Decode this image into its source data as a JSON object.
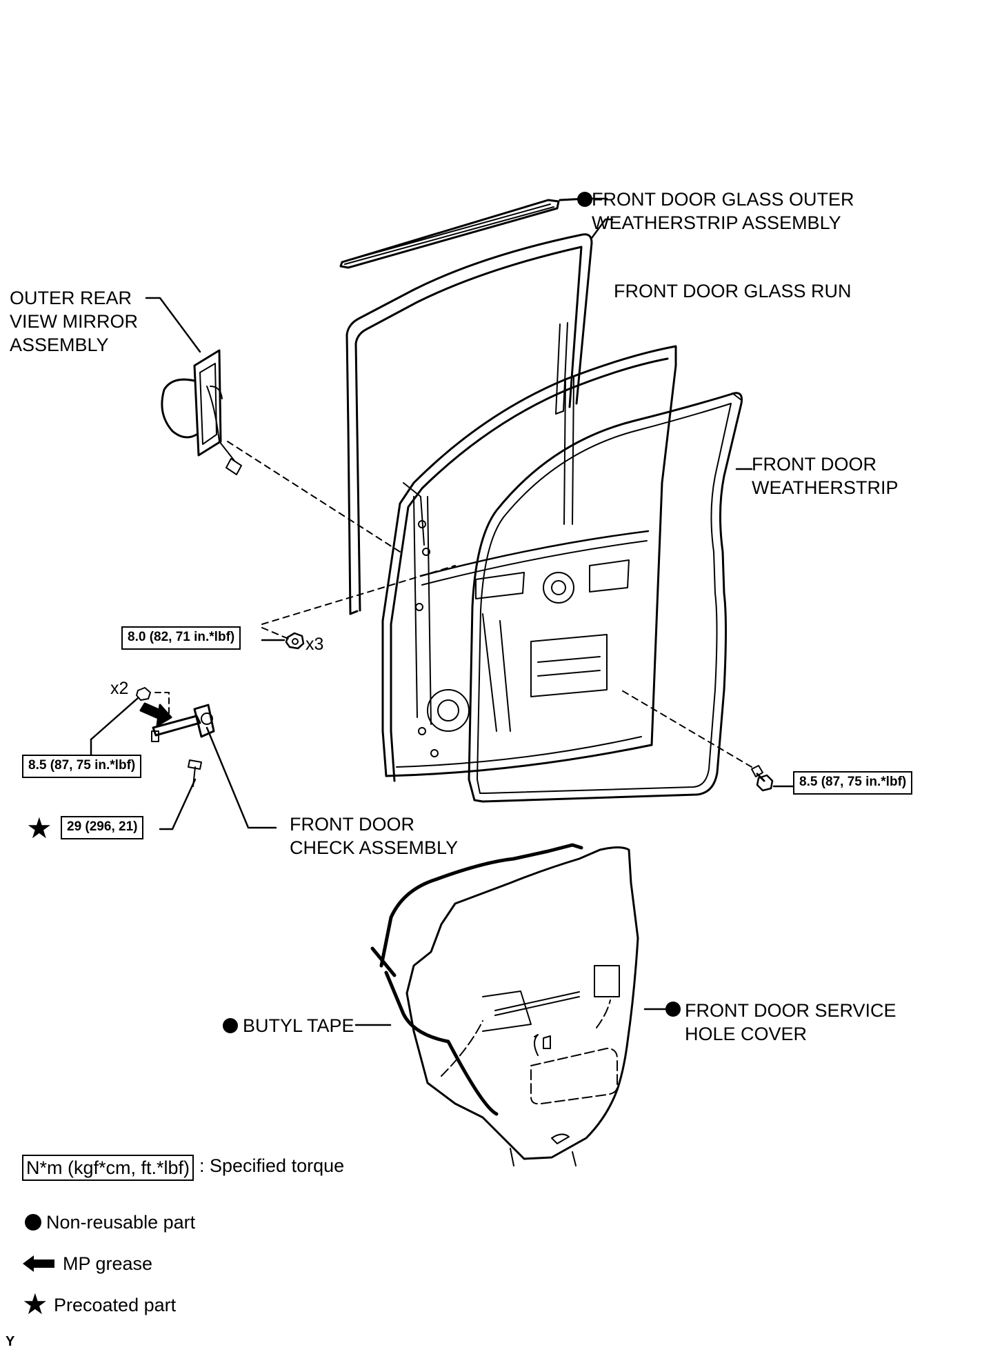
{
  "parts": {
    "outer_weatherstrip": [
      "FRONT DOOR GLASS OUTER",
      "WEATHERSTRIP ASSEMBLY"
    ],
    "glass_run": [
      "FRONT DOOR GLASS RUN"
    ],
    "mirror": [
      "OUTER REAR",
      "VIEW MIRROR",
      "ASSEMBLY"
    ],
    "door_weatherstrip": [
      "FRONT DOOR",
      "WEATHERSTRIP"
    ],
    "door_check": [
      "FRONT DOOR",
      "CHECK ASSEMBLY"
    ],
    "butyl_tape": [
      "BUTYL TAPE"
    ],
    "service_hole_cover": [
      "FRONT DOOR SERVICE",
      "HOLE COVER"
    ]
  },
  "torques": {
    "mirror_nut": "8.0 (82, 71 in.*lbf)",
    "check_nut": "8.5 (87, 75 in.*lbf)",
    "check_bolt": "29 (296, 21)",
    "door_bolt": "8.5 (87, 75 in.*lbf)"
  },
  "quantities": {
    "mirror_nut": "x3",
    "check_nut": "x2"
  },
  "legend": {
    "torque_box": "N*m (kgf*cm, ft.*lbf)",
    "torque_text": ": Specified torque",
    "non_reusable": "Non-reusable part",
    "mp_grease": "MP grease",
    "precoated": "Precoated part"
  },
  "code": "Y"
}
